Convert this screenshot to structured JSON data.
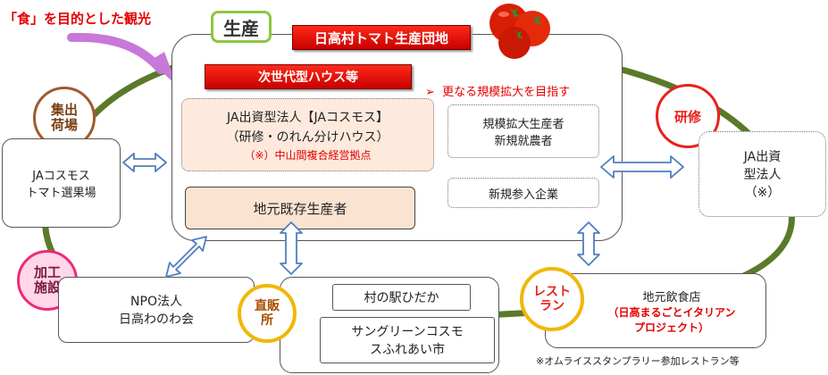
{
  "headline": "「食」を目的とした観光",
  "production": {
    "label": "生産",
    "banner": "日高村トマト生産団地",
    "sub_banner": "次世代型ハウス等",
    "expansion_note": "更なる規模拡大を目指す",
    "ja_corp_title": "JA出資型法人【JAコスモス】",
    "ja_corp_sub": "（研修・のれん分けハウス）",
    "ja_corp_note": "（※）中山間複合経営拠点",
    "local_producers": "地元既存生産者",
    "scale_up": [
      "規模拡大生産者",
      "新規就農者"
    ],
    "new_entrants": "新規参入企業"
  },
  "shipping": {
    "circle": [
      "集出",
      "荷場"
    ],
    "box": [
      "JAコスモス",
      "トマト選果場"
    ]
  },
  "training": {
    "circle": "研修",
    "box": [
      "JA出資",
      "型法人",
      "（※）"
    ]
  },
  "processing": {
    "circle": [
      "加工",
      "施設"
    ],
    "box": [
      "NPO法人",
      "日高わのわ会"
    ]
  },
  "direct_sales": {
    "circle": [
      "直販",
      "所"
    ],
    "item1": "村の駅ひだか",
    "item2": [
      "サングリーンコスモ",
      "スふれあい市"
    ]
  },
  "restaurant": {
    "circle": [
      "レスト",
      "ラン"
    ],
    "box_title": "地元飲食店",
    "project": [
      "（日高まるごとイタリアン",
      "プロジェクト）"
    ],
    "footnote": "※オムライススタンプラリー参加レストラン等"
  }
}
